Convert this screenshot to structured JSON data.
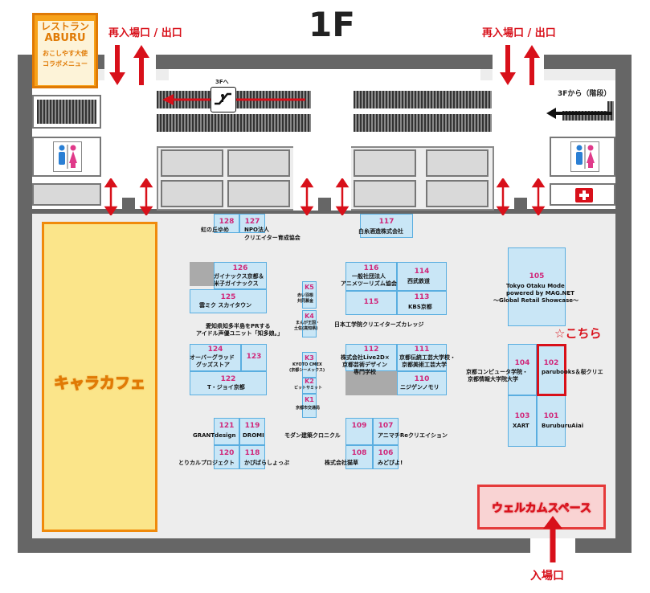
{
  "floor_label": "1F",
  "reentry_exit_left": "再入場口 / 出口",
  "reentry_exit_right": "再入場口 / 出口",
  "entrance": "入場口",
  "stairs_from_3f": "3Fから（階段）",
  "escalator_to_3f": "3Fへ",
  "restaurant": {
    "line1": "レストラン",
    "line2": "ABURU",
    "line3": "おこしやす大使",
    "line4": "コラボメニュー"
  },
  "chara_cafe": "キャラカフェ",
  "welcome_space": "ウェルカムスペース",
  "highlight_label": "☆こちら",
  "booths": {
    "b128": {
      "num": "128",
      "name": "虹の丘ゆめ"
    },
    "b127": {
      "num": "127",
      "name1": "NPO法人",
      "name2": "クリエイター育成協会"
    },
    "b117": {
      "num": "117",
      "name": "白糸酒造株式会社"
    },
    "b126": {
      "num": "126",
      "name1": "ガイナックス京都＆",
      "name2": "米子ガイナックス"
    },
    "b125": {
      "num": "125",
      "name": "雲ミク スカイタウン"
    },
    "b124_note1": "愛知県知多半島をPRする",
    "b124_note2": "アイドル声優ユニット「知多娘。」",
    "b124": {
      "num": "124",
      "name1": "オーバーグラッド",
      "name2": "グッズストア"
    },
    "b123": {
      "num": "123"
    },
    "b122": {
      "num": "122",
      "name": "T・ジョイ京都"
    },
    "b121": {
      "num": "121",
      "name": "GRANTdesign"
    },
    "b119": {
      "num": "119",
      "name": "DROMI"
    },
    "b120": {
      "num": "120",
      "name": "とりカルプロジェクト"
    },
    "b118": {
      "num": "118",
      "name": "かぴばらしょっぷ"
    },
    "k5": {
      "num": "K5",
      "name1": "赤い羽根",
      "name2": "共同募金"
    },
    "k4": {
      "num": "K4",
      "name1": "まんが王国・",
      "name2": "土佐(高知県)"
    },
    "k3": {
      "num": "K3",
      "name1": "KYOTO CMEX",
      "name2": "(京都シーメックス)"
    },
    "k2": {
      "num": "K2",
      "name": "ビットサミット"
    },
    "k1": {
      "num": "K1",
      "name": "京都市交通局"
    },
    "b116": {
      "num": "116",
      "name1": "一般社団法人",
      "name2": "アニメツーリズム協会"
    },
    "b114": {
      "num": "114",
      "name": "西武鉄道"
    },
    "b115": {
      "num": "115"
    },
    "b113": {
      "num": "113",
      "name": "KBS京都"
    },
    "b115_note": "日本工学院クリエイターズカレッジ",
    "b112": {
      "num": "112",
      "name1": "株式会社Live2D×",
      "name2": "京都芸術デザイン",
      "name3": "専門学校"
    },
    "b111": {
      "num": "111",
      "name1": "京都伝統工芸大学校・",
      "name2": "京都美術工芸大学"
    },
    "b110": {
      "num": "110",
      "name": "ニジゲンノモリ"
    },
    "b109": {
      "num": "109",
      "name": "モダン建築クロニクル"
    },
    "b107": {
      "num": "107",
      "name": "アニマチReクリエイション"
    },
    "b108": {
      "num": "108",
      "name": "株式会社猫草"
    },
    "b106": {
      "num": "106",
      "name": "みどぴよ!"
    },
    "b105": {
      "num": "105",
      "name1": "Tokyo Otaku Mode",
      "name2": "powered by MAG.NET",
      "name3": "〜Global Retail Showcase〜"
    },
    "b104": {
      "num": "104",
      "name1": "京都コンピュータ学院・",
      "name2": "京都情報大学院大学"
    },
    "b102": {
      "num": "102",
      "name": "parubooks＆桜クリエ"
    },
    "b103": {
      "num": "103",
      "name": "XART"
    },
    "b101": {
      "num": "101",
      "name": "BuruburuAiai"
    }
  },
  "colors": {
    "booth_fill": "#c9e6f6",
    "booth_border": "#5aaee0",
    "number": "#d0287a",
    "accent_red": "#d8101a",
    "cafe_fill": "#fbe58a",
    "cafe_border": "#f08a0b",
    "welcome_fill": "#f9d3d3"
  }
}
